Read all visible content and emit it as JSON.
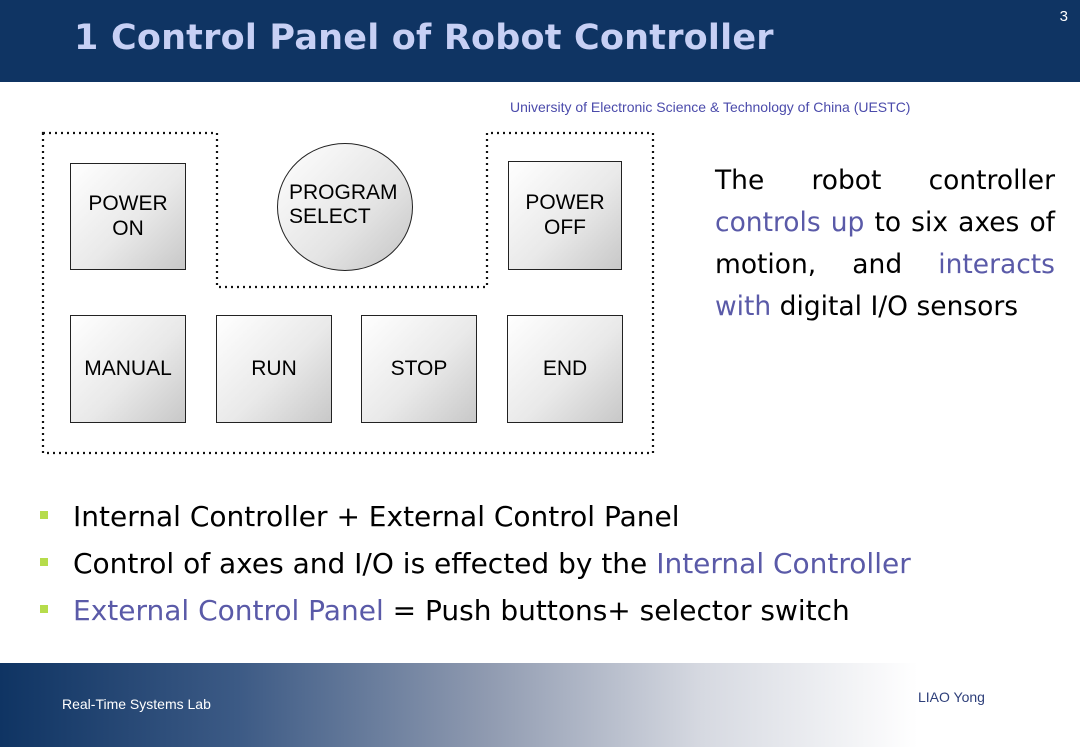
{
  "slide": {
    "title": "1 Control Panel of Robot Controller",
    "page_number": "3",
    "institution": "University of Electronic Science & Technology of China (UESTC)"
  },
  "panel": {
    "power_on": "POWER\nON",
    "program_select": "PROGRAM\nSELECT",
    "power_off": "POWER\nOFF",
    "manual": "MANUAL",
    "run": "RUN",
    "stop": "STOP",
    "end": "END"
  },
  "description": {
    "part1": "The robot controller ",
    "hl1": "controls up",
    "part2": " to six axes of motion, and ",
    "hl2": "interacts with",
    "part3": " digital I/O sensors"
  },
  "bullets": {
    "b1": "Internal Controller + External Control Panel",
    "b2_text": "Control of axes and I/O is effected by the ",
    "b2_hl": "Internal Controller",
    "b3_hl": "External Control Panel",
    "b3_text": " = Push buttons+ selector switch"
  },
  "footer": {
    "left": "Real-Time Systems Lab",
    "right": "LIAO Yong"
  },
  "colors": {
    "header_bg": "#0f3463",
    "title": "#c7d0f5",
    "highlight": "#5a5aa8",
    "bullet_marker": "#b6dc4b"
  }
}
